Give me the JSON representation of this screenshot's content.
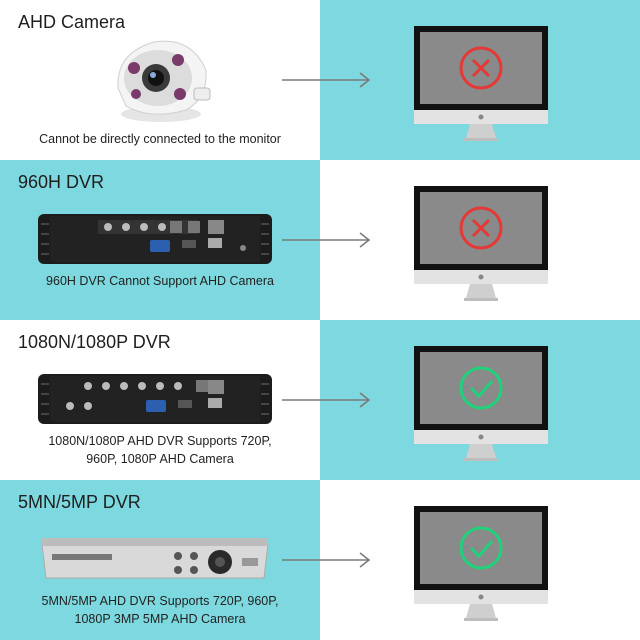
{
  "rows": [
    {
      "title": "AHD Camera",
      "caption_lines": [
        "Cannot be directly connected to the monitor"
      ],
      "status": "incompatible",
      "icon": "x-circle-icon"
    },
    {
      "title": "960H DVR",
      "caption_lines": [
        "960H DVR Cannot Support AHD Camera"
      ],
      "status": "incompatible",
      "icon": "x-circle-icon"
    },
    {
      "title": "1080N/1080P DVR",
      "caption_lines": [
        "1080N/1080P AHD DVR Supports 720P,",
        "960P, 1080P AHD Camera"
      ],
      "status": "compatible",
      "icon": "check-circle-icon"
    },
    {
      "title": "5MN/5MP DVR",
      "caption_lines": [
        "5MN/5MP AHD DVR Supports 720P, 960P,",
        "1080P 3MP 5MP AHD Camera"
      ],
      "status": "compatible",
      "icon": "check-circle-icon"
    }
  ],
  "colors": {
    "teal": "#7dd9df",
    "red": "#e53935",
    "green": "#1fd17a",
    "screen": "#8a8a8a"
  }
}
